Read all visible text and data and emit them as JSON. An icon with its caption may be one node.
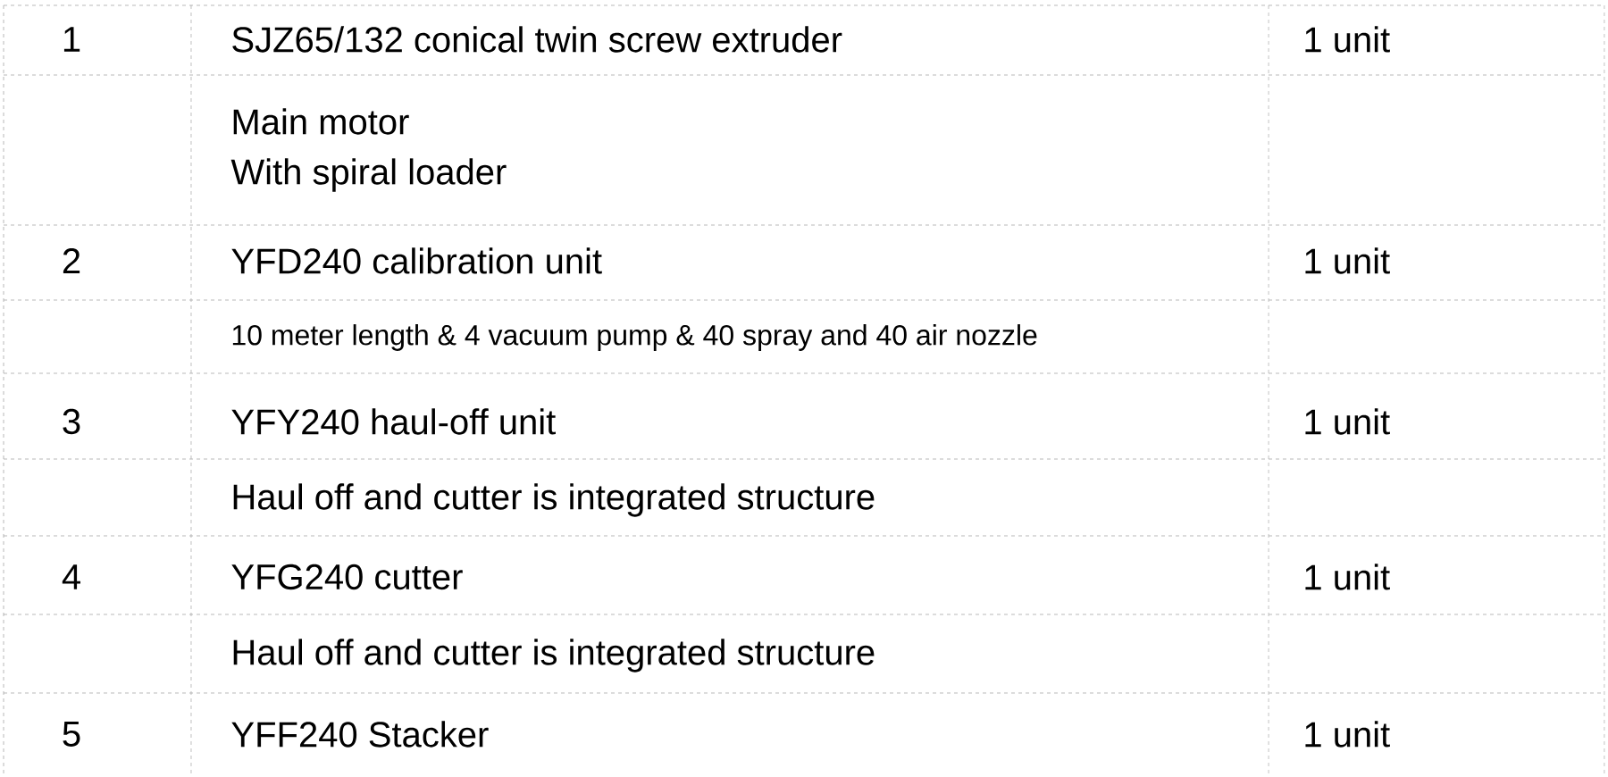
{
  "diagram": {
    "labels": [
      "1",
      "SJZ65/132 conical twin screw extruder",
      "1 unit",
      "Main motor",
      "With spiral loader",
      "2",
      "YFD240 calibration unit",
      "1 unit",
      "10 meter length & 4 vacuum pump & 40 spray and 40 air nozzle",
      "3",
      "YFY240 haul-off unit",
      "1 unit",
      "Haul off and cutter is integrated structure",
      "4",
      "YFG240 cutter",
      "1 unit",
      "Haul off and cutter is integrated structure",
      "5",
      "YFF240 Stacker",
      "1 unit"
    ]
  }
}
